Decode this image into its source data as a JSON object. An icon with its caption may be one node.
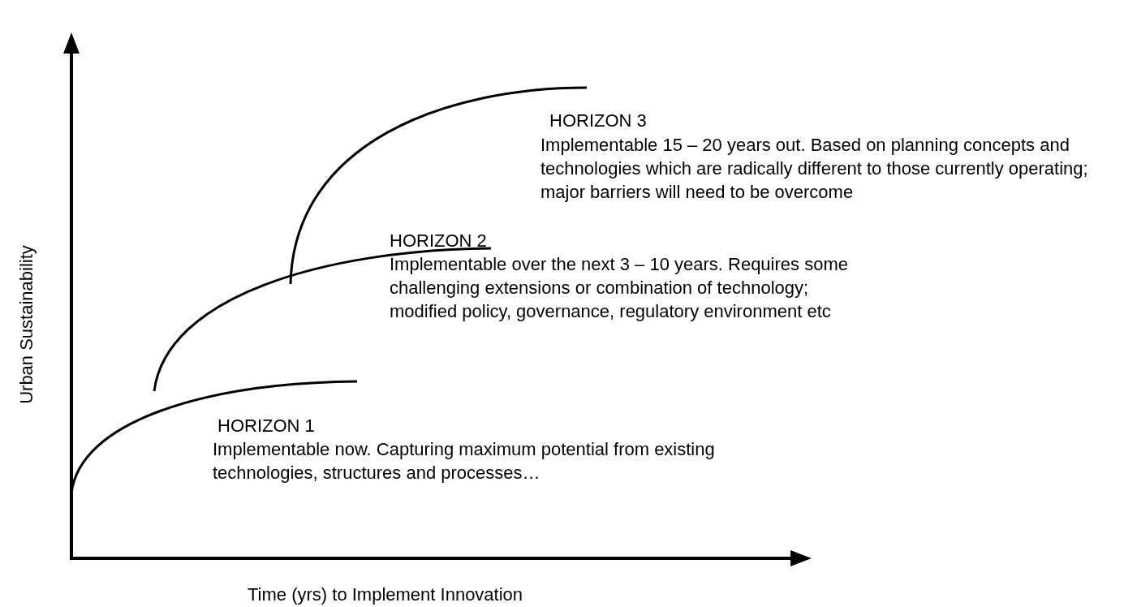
{
  "diagram": {
    "labels": [
      "HORIZON 3",
      "Implementable 15 – 20 years out. Based on planning concepts and technologies which are radically different to those currently operating; major barriers will need to be overcome",
      "HORIZON 2",
      "Implementable over the next 3 – 10 years. Requires some challenging extensions or combination of technology; modified policy, governance, regulatory environment etc",
      "HORIZON 1",
      "Implementable now. Capturing maximum potential from existing technologies, structures and processes…",
      "Urban Sustainability",
      "Time (yrs) to Implement Innovation"
    ]
  }
}
